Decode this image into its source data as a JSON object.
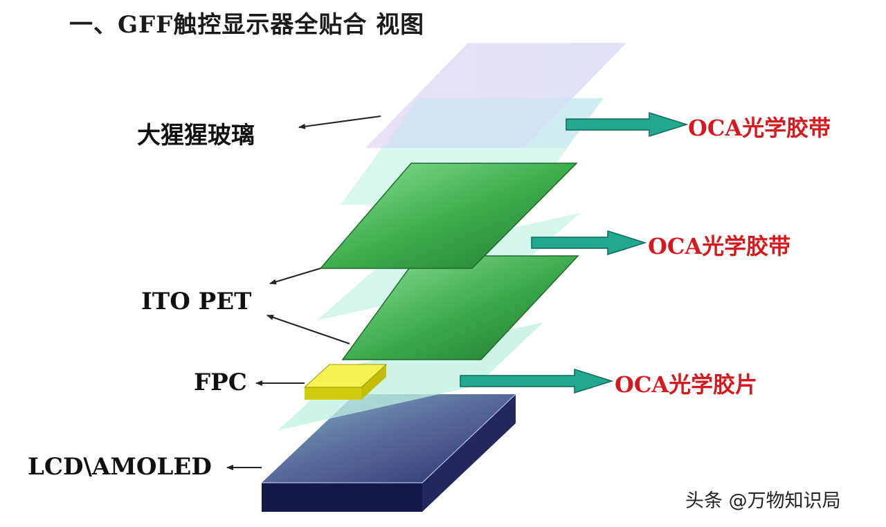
{
  "title": "一、GFF触控显示器全贴合 视图",
  "labels": {
    "glass": "大猩猩玻璃",
    "ito_pet": "ITO PET",
    "fpc": "FPC",
    "lcd": "LCD\\AMOLED"
  },
  "oca": {
    "tape1": "OCA光学胶带",
    "tape2": "OCA光学胶带",
    "sheet": "OCA光学胶片"
  },
  "watermark": "头条 @万物知识局",
  "colors": {
    "oca_text": "#d41a1f",
    "arrow": "#1fa88a",
    "ito_green": "#2e9a3c",
    "fpc_yellow": "#f2ee2a",
    "lcd_navy": "#1e2258"
  }
}
